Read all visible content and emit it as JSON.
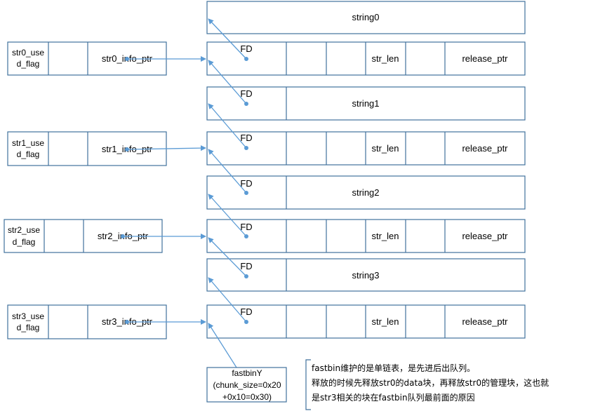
{
  "strings": [
    "string0",
    "string1",
    "string2",
    "string3"
  ],
  "fd_label": "FD",
  "str_len_label": "str_len",
  "release_label": "release_ptr",
  "info_blocks": [
    {
      "flag_line1": "str0_use",
      "flag_line2": "d_flag",
      "ptr": "str0_info_ptr"
    },
    {
      "flag_line1": "str1_use",
      "flag_line2": "d_flag",
      "ptr": "str1_info_ptr"
    },
    {
      "flag_line1": "str2_use",
      "flag_line2": "d_flag",
      "ptr": "str2_info_ptr"
    },
    {
      "flag_line1": "str3_use",
      "flag_line2": "d_flag",
      "ptr": "str3_info_ptr"
    }
  ],
  "fastbin": {
    "line1": "fastbinY",
    "line2": "(chunk_size=0x20",
    "line3": "+0x10=0x30)"
  },
  "note": {
    "line1": "fastbin维护的是单链表，是先进后出队列。",
    "line2": "释放的时候先释放str0的data块，再释放str0的管理块，这也就",
    "line3": "是str3相关的块在fastbin队列最前面的原因"
  }
}
